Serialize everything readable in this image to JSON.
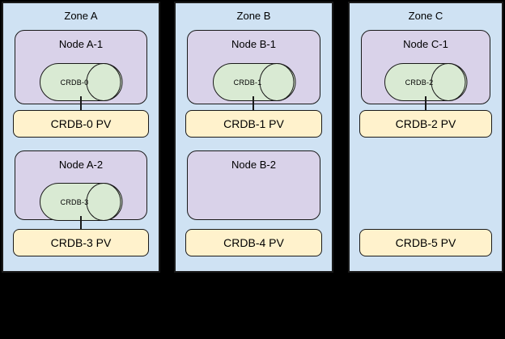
{
  "colors": {
    "canvas_bg": "#000000",
    "zone_fill": "#cfe2f3",
    "node_fill": "#d9d2e9",
    "cylinder_fill": "#d9ead3",
    "pv_fill": "#fff2cc",
    "stroke": "#1a1a1a"
  },
  "zones": [
    {
      "title": "Zone A",
      "nodes": [
        {
          "title": "Node A-1",
          "db": "CRDB-0"
        },
        {
          "title": "Node A-2",
          "db": "CRDB-3"
        }
      ],
      "pvs": [
        "CRDB-0 PV",
        "CRDB-3 PV"
      ]
    },
    {
      "title": "Zone B",
      "nodes": [
        {
          "title": "Node B-1",
          "db": "CRDB-1"
        },
        {
          "title": "Node B-2"
        }
      ],
      "pvs": [
        "CRDB-1 PV",
        "CRDB-4 PV"
      ]
    },
    {
      "title": "Zone C",
      "nodes": [
        {
          "title": "Node C-1",
          "db": "CRDB-2"
        }
      ],
      "pvs": [
        "CRDB-2 PV",
        "CRDB-5 PV"
      ]
    }
  ]
}
